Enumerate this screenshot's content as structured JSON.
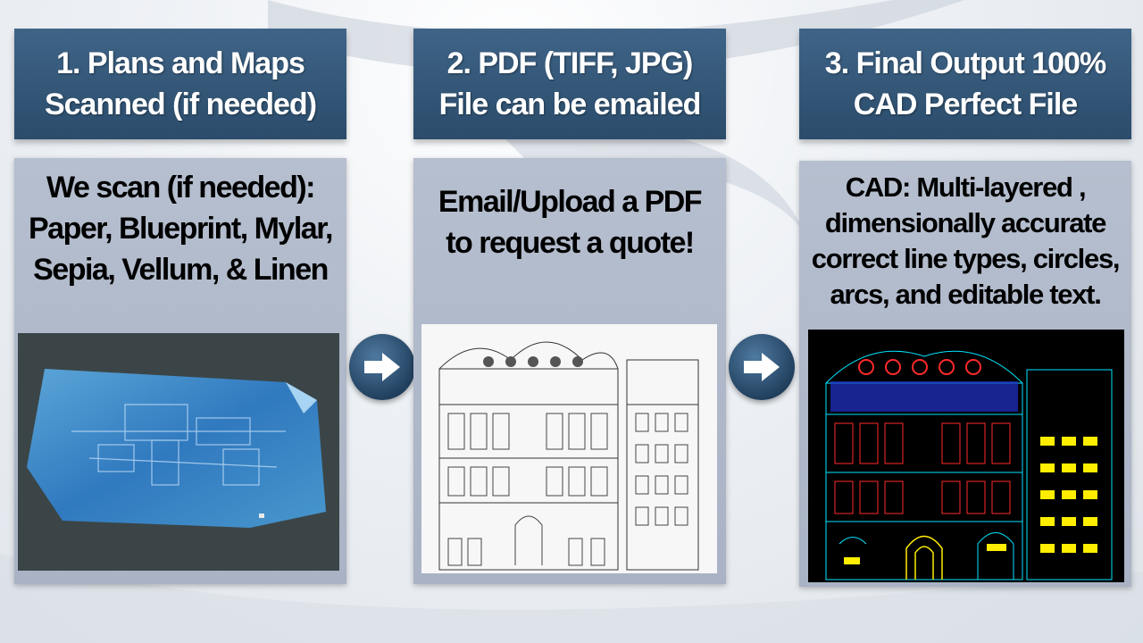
{
  "steps": [
    {
      "header": "1. Plans and Maps\nScanned (if needed)",
      "body": "We scan (if needed):\nPaper, Blueprint, Mylar,\nSepia, Vellum, & Linen",
      "image_icon": "blueprint-photo"
    },
    {
      "header": "2. PDF (TIFF, JPG)\nFile can be emailed",
      "body": "Email/Upload a PDF\nto request a quote!",
      "image_icon": "scanned-elevation-drawing"
    },
    {
      "header": "3. Final Output 100%\nCAD Perfect File",
      "body": "CAD: Multi-layered ,\ndimensionally accurate\ncorrect line types, circles,\narcs, and editable text.",
      "image_icon": "cad-elevation-drawing"
    }
  ],
  "arrows": [
    "right-arrow-icon",
    "right-arrow-icon"
  ],
  "colors": {
    "header_bg": "#2f5272",
    "panel_bg": "#b3bccc",
    "arrow_bg": "#2a4a6a",
    "cad_bg": "#000000",
    "cad_cyan": "#00e5ff",
    "cad_red": "#ff2a2a",
    "cad_yellow": "#ffee00",
    "cad_blue": "#2233cc"
  }
}
